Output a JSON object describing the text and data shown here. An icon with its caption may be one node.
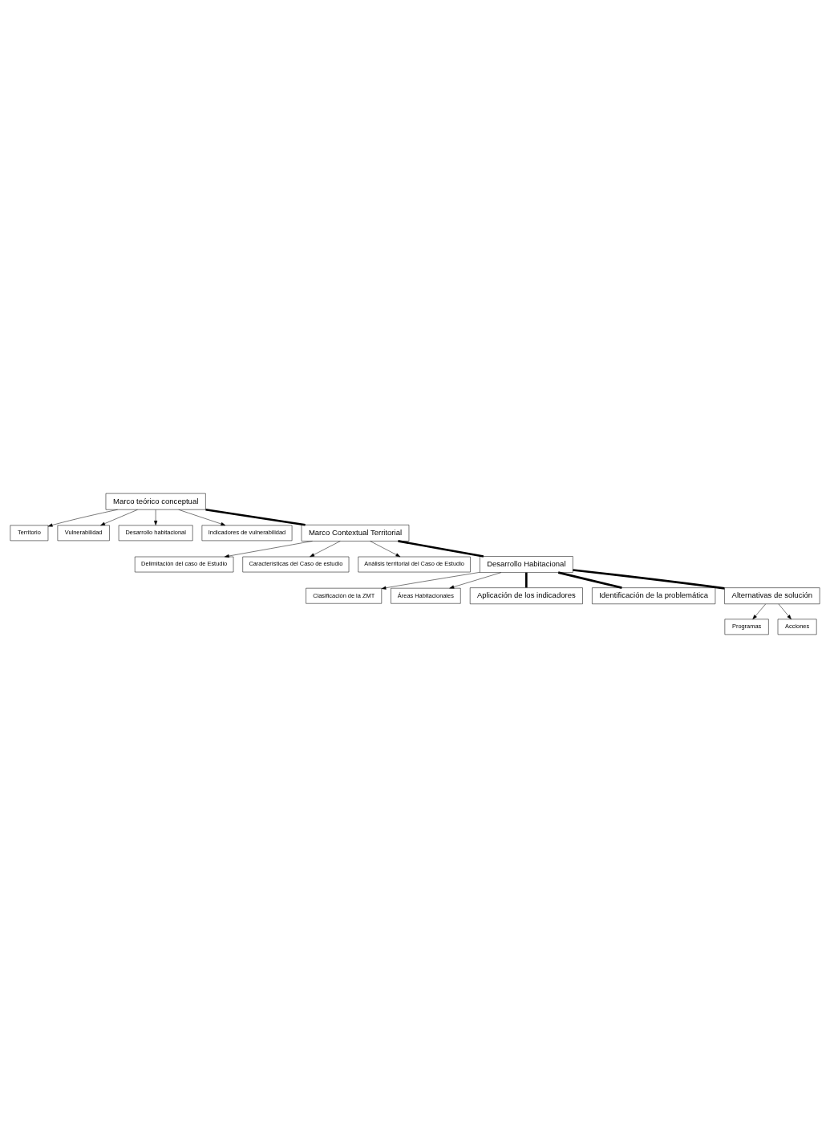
{
  "diagram": {
    "nodes": [
      {
        "text": [
          "Marco teórico conceptual"
        ]
      },
      {
        "text": [
          "Territorio"
        ]
      },
      {
        "text": [
          "Vulnerabilidad"
        ]
      },
      {
        "text": [
          "Desarrollo habitacional"
        ]
      },
      {
        "text": [
          "Indicadores de vulnerabilidad"
        ]
      },
      {
        "text": [
          "Marco Contextual Territorial"
        ]
      },
      {
        "text": [
          "Delimitación del caso de Estudio"
        ]
      },
      {
        "text": [
          "Características del Caso de estudio"
        ]
      },
      {
        "text": [
          "Análisis territorial del Caso de Estudio"
        ]
      },
      {
        "text": [
          "Desarrollo Habitacional"
        ]
      },
      {
        "text": [
          "Clasificación de la ZMT"
        ]
      },
      {
        "text": [
          "Áreas Habitacionales"
        ]
      },
      {
        "text": [
          "Aplicación de los indicadores"
        ]
      },
      {
        "text": [
          "Identificación de la problemática"
        ]
      },
      {
        "text": [
          "Alternativas de solución"
        ]
      },
      {
        "text": [
          "Programas"
        ]
      },
      {
        "text": [
          "Acciones"
        ]
      }
    ],
    "edges": [
      {
        "from": 0,
        "to": 5,
        "arrow": "none",
        "style": "thick"
      },
      {
        "from": 0,
        "to": 1,
        "arrow": "to"
      },
      {
        "from": 0,
        "to": 2,
        "arrow": "to"
      },
      {
        "from": 0,
        "to": 3,
        "arrow": "to"
      },
      {
        "from": 0,
        "to": 4,
        "arrow": "to"
      },
      {
        "from": 5,
        "to": 6,
        "arrow": "to"
      },
      {
        "from": 5,
        "to": 7,
        "arrow": "to"
      },
      {
        "from": 5,
        "to": 8,
        "arrow": "to"
      },
      {
        "from": 5,
        "to": 9,
        "arrow": "none",
        "style": "thick"
      },
      {
        "from": 9,
        "to": 10,
        "arrow": "to"
      },
      {
        "from": 9,
        "to": 11,
        "arrow": "to"
      },
      {
        "from": 9,
        "to": 12,
        "arrow": "none",
        "style": "thick"
      },
      {
        "from": 9,
        "to": 13,
        "arrow": "none",
        "style": "thick"
      },
      {
        "from": 9,
        "to": 14,
        "arrow": "none",
        "style": "thick"
      },
      {
        "from": 14,
        "to": 15,
        "arrow": "to"
      },
      {
        "from": 14,
        "to": 16,
        "arrow": "to"
      }
    ]
  }
}
